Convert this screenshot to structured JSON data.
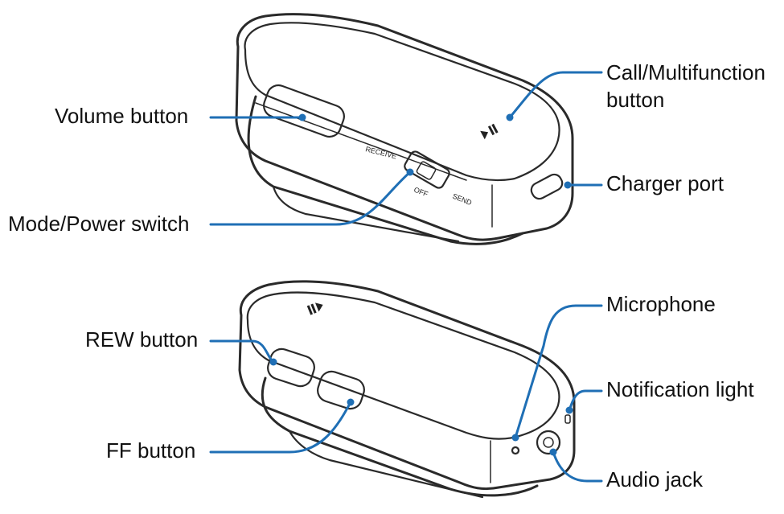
{
  "colors": {
    "leader": "#1f6fb5",
    "outline": "#2a2a2a",
    "text": "#111111"
  },
  "device_top": {
    "callouts": {
      "volume_button": "Volume button",
      "mode_power_switch": "Mode/Power switch",
      "call_multifunction_button_line1": "Call/Multifunction",
      "call_multifunction_button_line2": "button",
      "charger_port": "Charger port"
    },
    "switch_labels": {
      "receive": "RECEIVE",
      "off": "OFF",
      "send": "SEND"
    },
    "icons": [
      "play-pause-icon"
    ]
  },
  "device_bottom": {
    "callouts": {
      "rew_button": "REW button",
      "ff_button": "FF button",
      "microphone": "Microphone",
      "notification_light": "Notification light",
      "audio_jack": "Audio jack"
    },
    "icons": [
      "play-pause-icon"
    ]
  }
}
